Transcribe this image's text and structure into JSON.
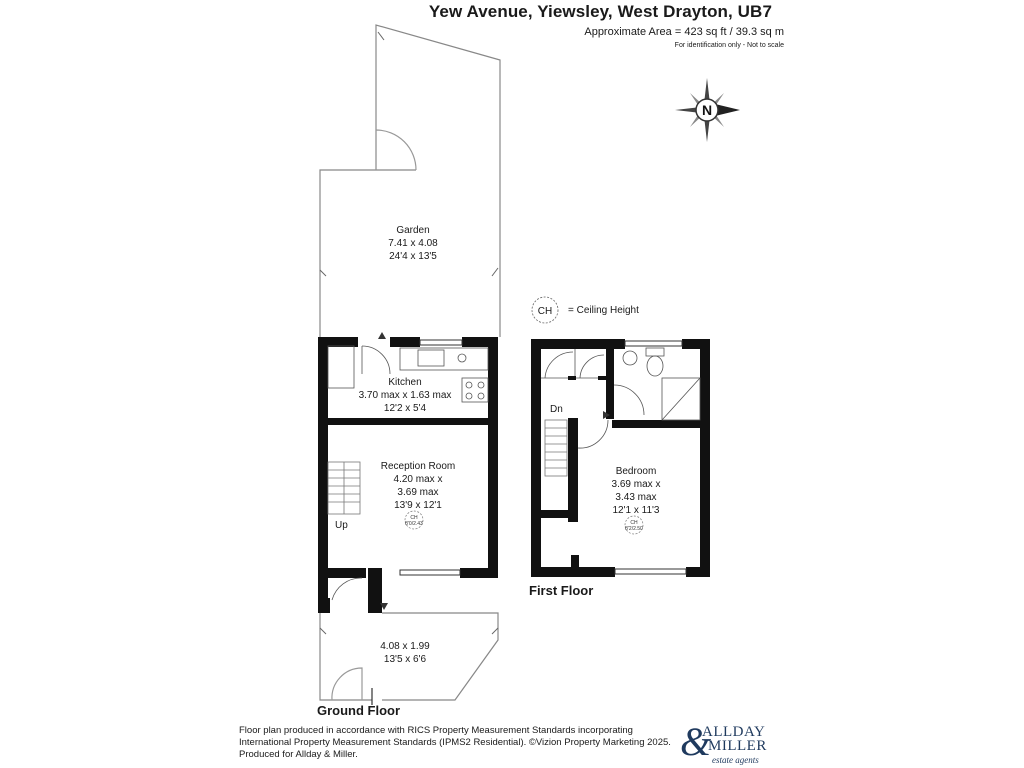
{
  "header": {
    "address": "Yew Avenue, Yiewsley, West Drayton, UB7",
    "area": "Approximate Area = 423 sq ft / 39.3 sq m",
    "disclaimer": "For identification only - Not to scale"
  },
  "compass": {
    "label": "N"
  },
  "legend": {
    "ch_symbol": "CH",
    "ch_meaning": "= Ceiling Height"
  },
  "ground_floor": {
    "label": "Ground Floor",
    "garden": {
      "name": "Garden",
      "metric": "7.41 x 4.08",
      "imperial": "24'4 x 13'5"
    },
    "kitchen": {
      "name": "Kitchen",
      "metric": "3.70 max x 1.63 max",
      "imperial": "12'2 x 5'4"
    },
    "reception": {
      "name": "Reception Room",
      "metric_1": "4.20 max x",
      "metric_2": "3.69 max",
      "imperial": "13'9 x 12'1",
      "ch": "CH",
      "ch_value": "8'0/2.43"
    },
    "front_garden": {
      "metric": "4.08 x 1.99",
      "imperial": "13'5 x 6'6"
    },
    "stairs_label": "Up"
  },
  "first_floor": {
    "label": "First Floor",
    "bedroom": {
      "name": "Bedroom",
      "metric_1": "3.69 max x",
      "metric_2": "3.43 max",
      "imperial": "12'1 x 11'3",
      "ch": "CH",
      "ch_value": "8'2/2.50"
    },
    "stairs_label": "Dn"
  },
  "footer": {
    "line1": "Floor plan produced in accordance with RICS Property Measurement Standards incorporating",
    "line2": "International Property Measurement Standards (IPMS2 Residential). ©Vizion Property Marketing 2025.",
    "line3": "Produced for Allday & Miller."
  },
  "logo": {
    "amp": "&",
    "line1": "ALLDAY",
    "line2": "MILLER",
    "line3": "estate agents",
    "brand_color": "#1f3a5e"
  }
}
